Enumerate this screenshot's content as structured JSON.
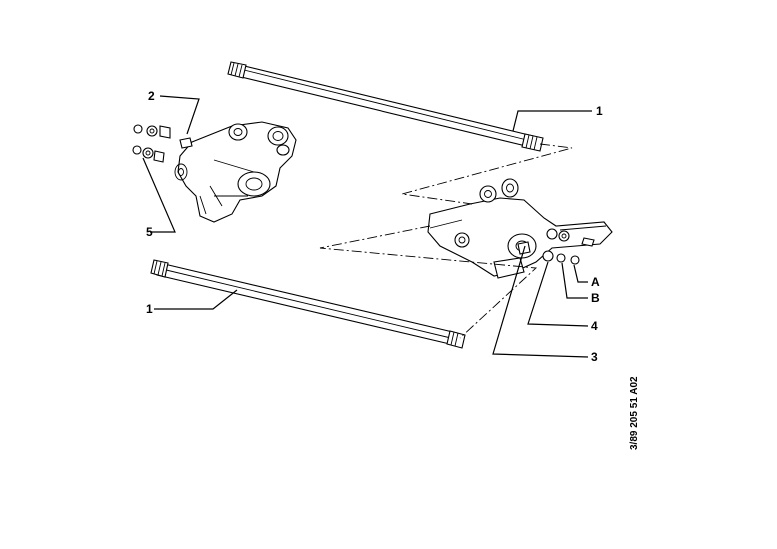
{
  "diagram": {
    "labels": {
      "rod_top": "1",
      "rod_bottom": "1",
      "left_bolt": "2",
      "left_washer": "5",
      "right_screw": "3",
      "right_spacer": "4",
      "right_a": "A",
      "right_b": "B"
    },
    "reference_code": "3/89  205 51 A02"
  }
}
